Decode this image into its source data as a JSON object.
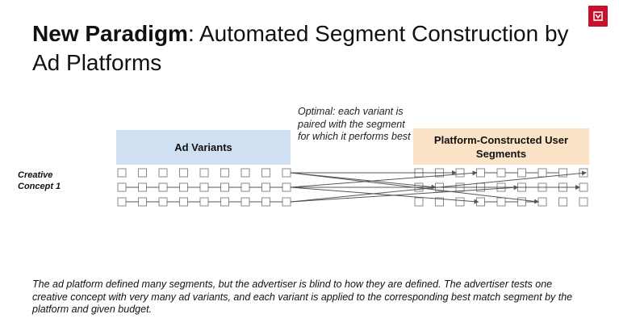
{
  "title": {
    "bold": "New Paradigm",
    "rest": ": Automated Segment Construction by Ad Platforms"
  },
  "left_box": {
    "label": "Ad Variants"
  },
  "right_box": {
    "label": "Platform-Constructed User Segments"
  },
  "note": "Optimal: each variant is paired with the segment for which it performs best",
  "concept_label": "Creative Concept 1",
  "caption": "The ad platform defined many segments, but the advertiser is blind to how they are defined. The advertiser tests one creative concept with very many ad variants, and each variant is applied to the corresponding best match segment by the platform and given budget.",
  "grid": {
    "rows": 3,
    "left_columns": 9,
    "right_columns": 9
  },
  "colors": {
    "left_box": "#cfe0f3",
    "right_box": "#fbe3c8",
    "logo": "#c8102e",
    "square_stroke": "#8a8a8a",
    "arrow": "#555555"
  },
  "icons": {
    "logo": "brand-logo-icon"
  }
}
